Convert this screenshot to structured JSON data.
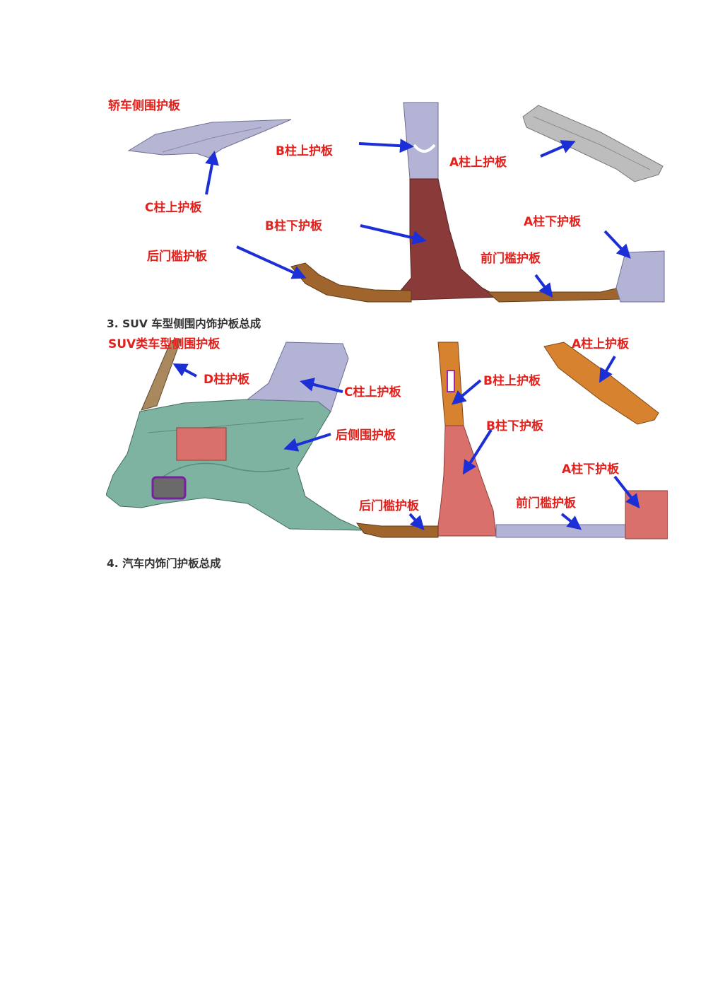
{
  "figure1": {
    "title": "轿车侧围护板",
    "labels": {
      "c_upper": "C柱上护板",
      "b_upper": "B柱上护板",
      "a_upper": "A柱上护板",
      "b_lower": "B柱下护板",
      "a_lower": "A柱下护板",
      "rear_sill": "后门槛护板",
      "front_sill": "前门槛护板"
    }
  },
  "section3": {
    "heading": "3. SUV 车型侧围内饰护板总成"
  },
  "figure2": {
    "title": "SUV类车型侧围护板",
    "labels": {
      "d_pillar": "D柱护板",
      "c_upper": "C柱上护板",
      "b_upper": "B柱上护板",
      "a_upper": "A柱上护板",
      "rear_side": "后侧围护板",
      "b_lower": "B柱下护板",
      "a_lower": "A柱下护板",
      "rear_sill": "后门槛护板",
      "front_sill": "前门槛护板"
    }
  },
  "section4": {
    "heading": "4. 汽车内饰门护板总成"
  },
  "colors": {
    "label_red": "#e3201b",
    "arrow_blue": "#1c2fd6",
    "panel_lavender": "#b3b3d6",
    "panel_maroon": "#8b3a3a",
    "panel_brown": "#a0652c",
    "panel_teal": "#7fb3a1",
    "panel_salmon": "#d9706b",
    "panel_orange": "#d6822e"
  }
}
